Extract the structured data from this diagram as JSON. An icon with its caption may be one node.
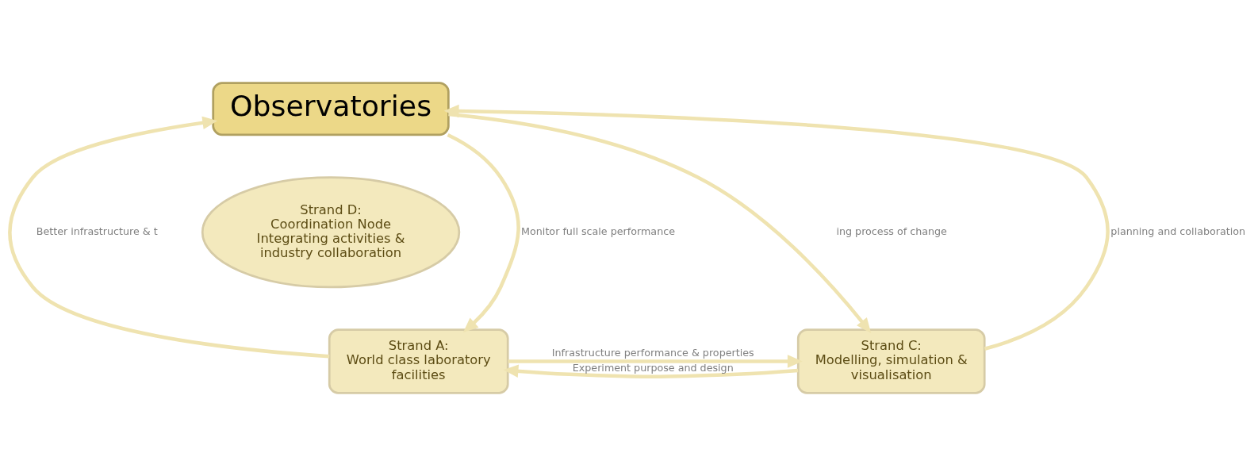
{
  "diagram": {
    "nodes": [
      {
        "text": [
          "Observatories"
        ]
      },
      {
        "text": [
          "Strand D:",
          "Coordination Node Integrating activities & industry collaboration"
        ]
      },
      {
        "text": [
          "Strand A:",
          "World class laboratory facilities"
        ]
      },
      {
        "text": [
          "Strand C:",
          "Modelling, simulation & visualisation"
        ]
      }
    ],
    "edges": [
      {
        "from": 0,
        "to": 2,
        "arrow": "to",
        "label": "Monitor full scale performance"
      },
      {
        "from": 2,
        "to": 0,
        "arrow": "to",
        "label": "Better infrastructure & t"
      },
      {
        "from": 3,
        "to": 0,
        "arrow": "to",
        "label": "planning and collaboration"
      },
      {
        "from": 0,
        "to": 3,
        "arrow": "to",
        "label": "ing process of change"
      },
      {
        "from": 3,
        "to": 2,
        "arrow": "to",
        "label": "Experiment purpose and design"
      },
      {
        "from": 2,
        "to": 3,
        "arrow": "to",
        "label": "Infrastructure performance & properties"
      }
    ]
  }
}
